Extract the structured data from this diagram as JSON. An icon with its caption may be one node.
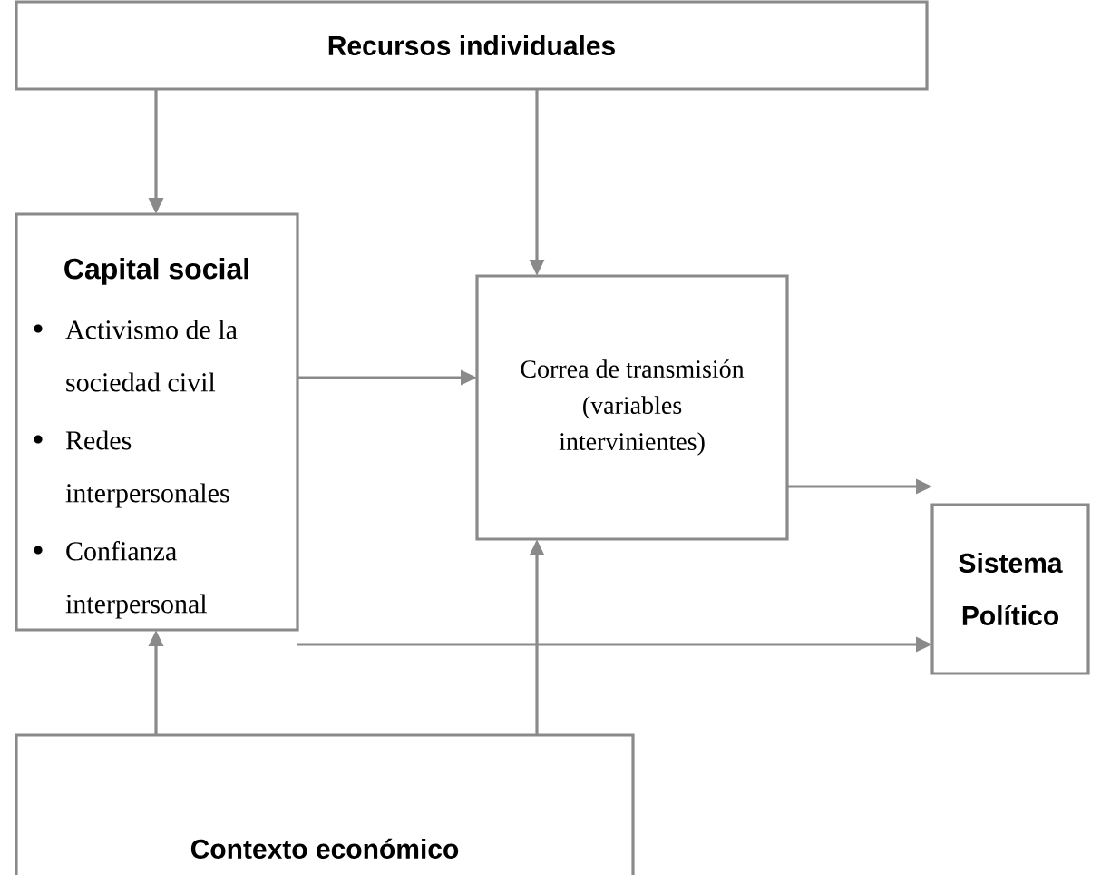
{
  "diagram": {
    "nodes": [
      {
        "text": [
          "Recursos individuales"
        ]
      },
      {
        "text": [
          "Capital social",
          "Activismo de la sociedad civil",
          "Redes interpersonales",
          "Confianza interpersonal"
        ]
      },
      {
        "text": [
          "Correa de transmisión (variables intervinientes)"
        ]
      },
      {
        "text": [
          "Sistema Político"
        ]
      },
      {
        "text": [
          "Contexto económico"
        ]
      }
    ],
    "edges": [
      {
        "from": 0,
        "to": 1,
        "arrow": "to"
      },
      {
        "from": 0,
        "to": 2,
        "arrow": "to"
      },
      {
        "from": 1,
        "to": 2,
        "arrow": "to"
      },
      {
        "from": 2,
        "to": 3,
        "arrow": "to"
      },
      {
        "from": 1,
        "to": 3,
        "arrow": "to"
      },
      {
        "from": 4,
        "to": 1,
        "arrow": "to"
      },
      {
        "from": 4,
        "to": 2,
        "arrow": "to"
      }
    ]
  }
}
